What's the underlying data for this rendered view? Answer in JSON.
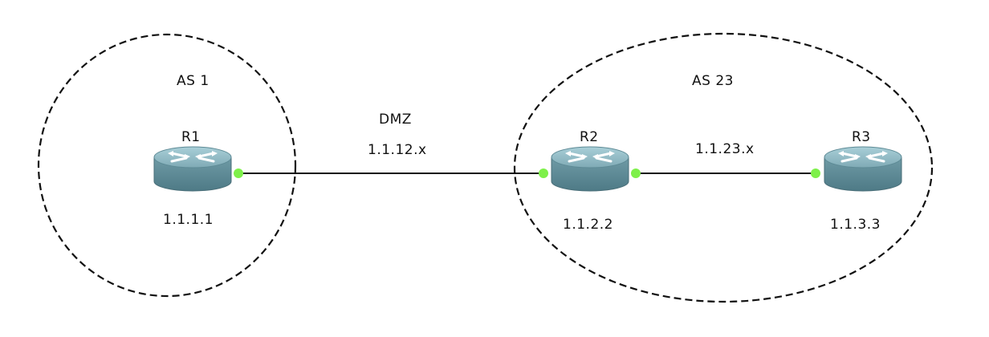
{
  "colors": {
    "background": "#ffffff",
    "line": "#111111",
    "port": "#7ef04a",
    "router_top": "#8fb9c3",
    "router_side": "#5f8d99"
  },
  "areas": [
    {
      "id": "as1",
      "label": "AS 1"
    },
    {
      "id": "as23",
      "label": "AS 23"
    }
  ],
  "routers": [
    {
      "id": "r1",
      "name": "R1",
      "address": "1.1.1.1",
      "icon": "router-icon"
    },
    {
      "id": "r2",
      "name": "R2",
      "address": "1.1.2.2",
      "icon": "router-icon"
    },
    {
      "id": "r3",
      "name": "R3",
      "address": "1.1.3.3",
      "icon": "router-icon"
    }
  ],
  "links": [
    {
      "id": "r1-r2",
      "network_name": "DMZ",
      "subnet": "1.1.12.x"
    },
    {
      "id": "r2-r3",
      "network_name": "",
      "subnet": "1.1.23.x"
    }
  ]
}
